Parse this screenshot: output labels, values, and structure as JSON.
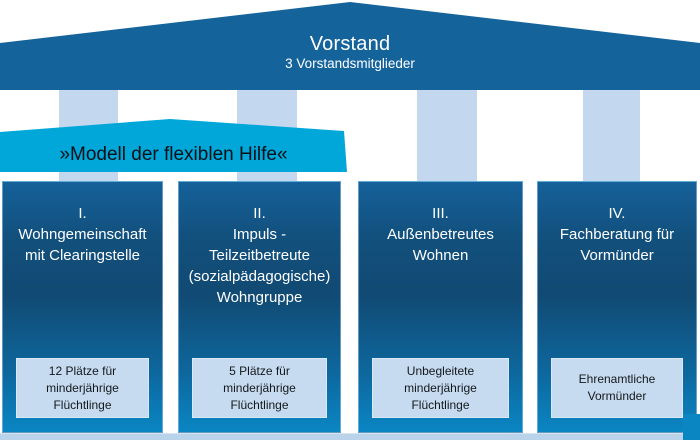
{
  "diagram": {
    "roof": {
      "title": "Vorstand",
      "subtitle": "3 Vorstandsmitglieder"
    },
    "banner": {
      "label": "»Modell der flexiblen Hilfe«"
    },
    "pillars": [
      {
        "heading": "I.\nWohngemeinschaft\nmit Clearingstelle",
        "box": "12 Plätze für\nminderjährige\nFlüchtlinge"
      },
      {
        "heading": "II.\nImpuls -\nTeilzeitbetreute\n(sozialpädagogische)\nWohngruppe",
        "box": "5 Plätze für\nminderjährige\nFlüchtlinge"
      },
      {
        "heading": "III.\nAußenbetreutes\nWohnen",
        "box": "Unbegleitete\nminderjährige\nFlüchtlinge"
      },
      {
        "heading": "IV.\nFachberatung für\nVormünder",
        "box": "Ehrenamtliche\nVormünder"
      }
    ],
    "colors": {
      "roof_blue": "#15639b",
      "banner_cyan": "#00a7d8",
      "column_shaft_light_blue": "#c3d8ee",
      "pillar_gradient_top": "#15619a",
      "pillar_gradient_mid": "#114a73",
      "pillar_gradient_bottom": "#0a86c3",
      "info_box_bg": "#c6dbef",
      "base_bar": "#b9d3ea",
      "base_cap": "#0a86c3",
      "text_light": "#ffffff",
      "text_dark": "#14181d"
    }
  }
}
